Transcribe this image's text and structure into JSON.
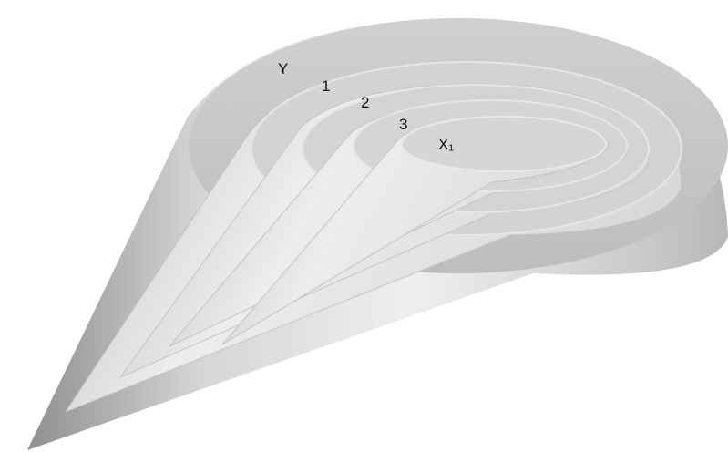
{
  "labels": {
    "outer": "Y",
    "layer_1": "1",
    "layer_2": "2",
    "layer_3": "3",
    "inner": "X₁"
  },
  "colors": {
    "background": "#ffffff",
    "surface_light": "#ececec",
    "surface_mid": "#cfcfcf",
    "surface_dark": "#9e9e9e",
    "top_face": "#d4d4d4",
    "label_text": "#111111"
  }
}
